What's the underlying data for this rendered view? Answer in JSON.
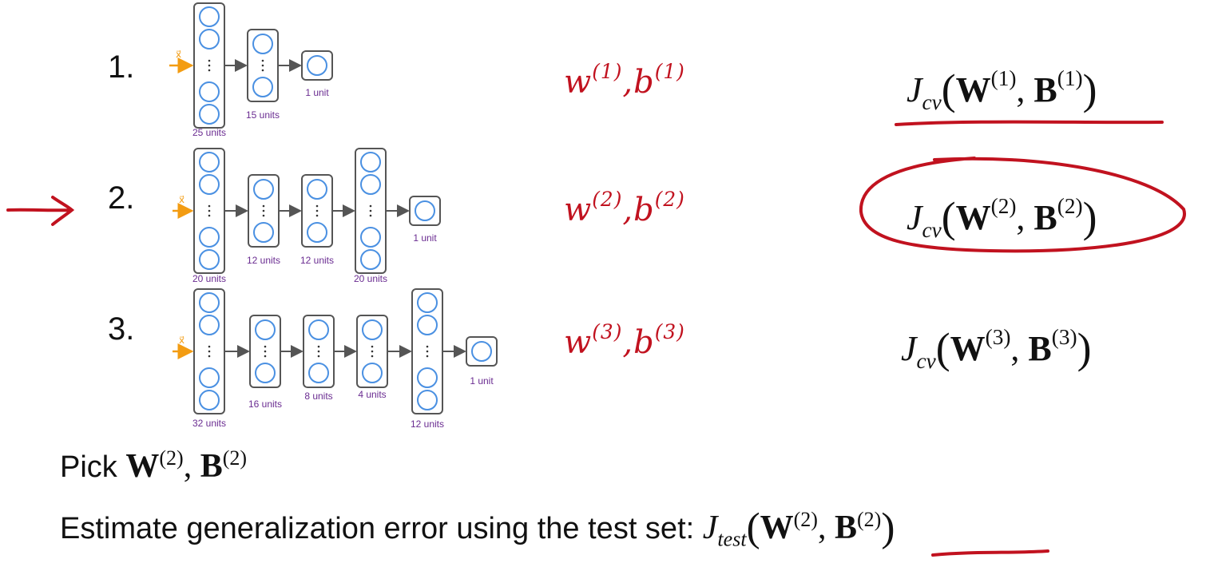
{
  "models": [
    {
      "number": "1.",
      "input_label": "x⃗",
      "layers": [
        "25 units",
        "15 units",
        "1 unit"
      ],
      "params": {
        "w": "w",
        "b": "b",
        "sup": "(1)"
      },
      "cost": {
        "J": "J",
        "sub": "cv",
        "W": "W",
        "B": "B",
        "sup": "(1)"
      }
    },
    {
      "number": "2.",
      "input_label": "x⃗",
      "layers": [
        "20 units",
        "12 units",
        "12 units",
        "20 units",
        "1 unit"
      ],
      "params": {
        "w": "w",
        "b": "b",
        "sup": "(2)"
      },
      "cost": {
        "J": "J",
        "sub": "cv",
        "W": "W",
        "B": "B",
        "sup": "(2)"
      }
    },
    {
      "number": "3.",
      "input_label": "x⃗",
      "layers": [
        "32 units",
        "16 units",
        "8 units",
        "4 units",
        "12 units",
        "1 unit"
      ],
      "params": {
        "w": "w",
        "b": "b",
        "sup": "(3)"
      },
      "cost": {
        "J": "J",
        "sub": "cv",
        "W": "W",
        "B": "B",
        "sup": "(3)"
      }
    }
  ],
  "pick": {
    "label": "Pick",
    "W": "W",
    "B": "B",
    "sup": "(2)"
  },
  "estimate": {
    "label": "Estimate generalization error using the test set:",
    "J": "J",
    "sub": "test",
    "W": "W",
    "B": "B",
    "sup": "(2)"
  },
  "colors": {
    "annotation": "#c1121f",
    "neuron": "#4a90e2",
    "layer_border": "#555555",
    "input_arrow": "#f39c12",
    "unit_label": "#6a2c91"
  }
}
